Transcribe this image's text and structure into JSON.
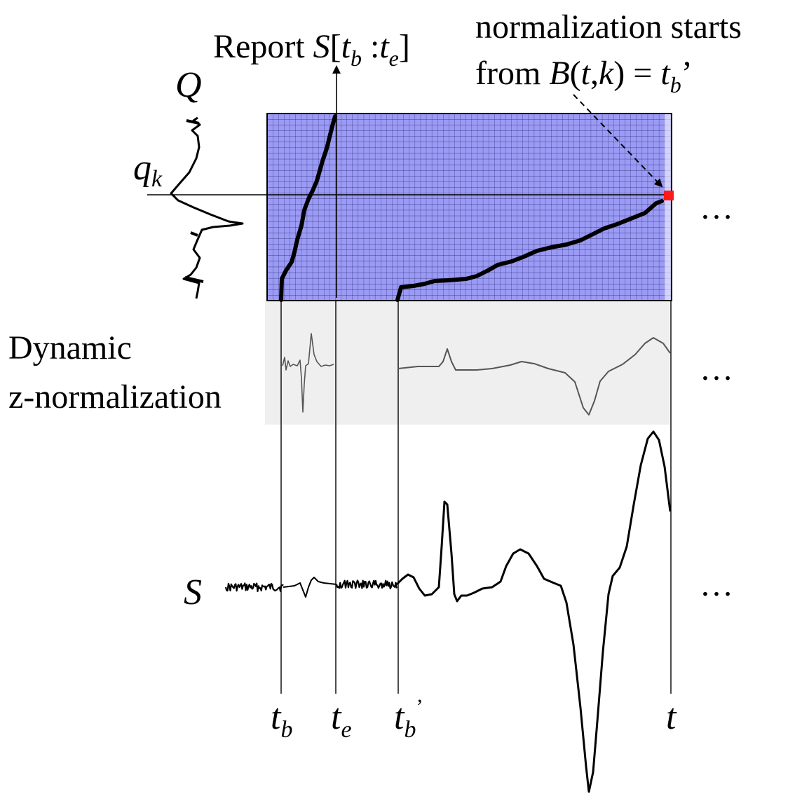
{
  "labels": {
    "report": {
      "text": "Report ",
      "S": "S",
      "lb": "[",
      "t1": "t",
      "sub1": "b",
      "colon": " :",
      "t2": "t",
      "sub2": "e",
      "rb": "]"
    },
    "annotation_line1": "normalization starts",
    "annotation_line2": {
      "from": "from ",
      "B": "B",
      "paren_open": "(",
      "t": "t",
      "comma": ",",
      "k": "k",
      "paren_close": ")",
      "eq": " = ",
      "tb": "t",
      "sub": "b",
      "prime": "’"
    },
    "query": "Q",
    "query_point": {
      "q": "q",
      "sub": "k"
    },
    "panel_label_line1": "Dynamic",
    "panel_label_line2": "z-normalization",
    "stream": "S",
    "ellipsis": "…",
    "ticks": {
      "tb": {
        "t": "t",
        "sub": "b"
      },
      "te": {
        "t": "t",
        "sub": "e"
      },
      "tb_prime": {
        "t": "t",
        "sub": "b",
        "prime": "’"
      },
      "t": "t"
    }
  },
  "colors": {
    "matrix_fill": "#9b9bf5",
    "matrix_grid": "#1d1d66",
    "norm_panel": "#efefef",
    "highlight_cell": "#ff1a1a",
    "ink": "#000000",
    "normalized_signal": "#555555"
  }
}
